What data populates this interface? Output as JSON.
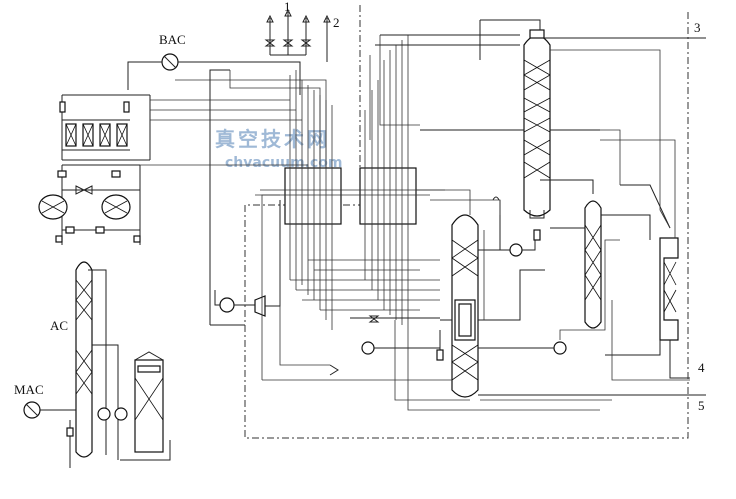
{
  "labels": {
    "bac": "BAC",
    "ac": "AC",
    "mac": "MAC",
    "s1": "1",
    "s2": "2",
    "s3": "3",
    "s4": "4",
    "s5": "5"
  },
  "watermark": {
    "cn": "真空技术网",
    "url": "chvacuum.com"
  }
}
